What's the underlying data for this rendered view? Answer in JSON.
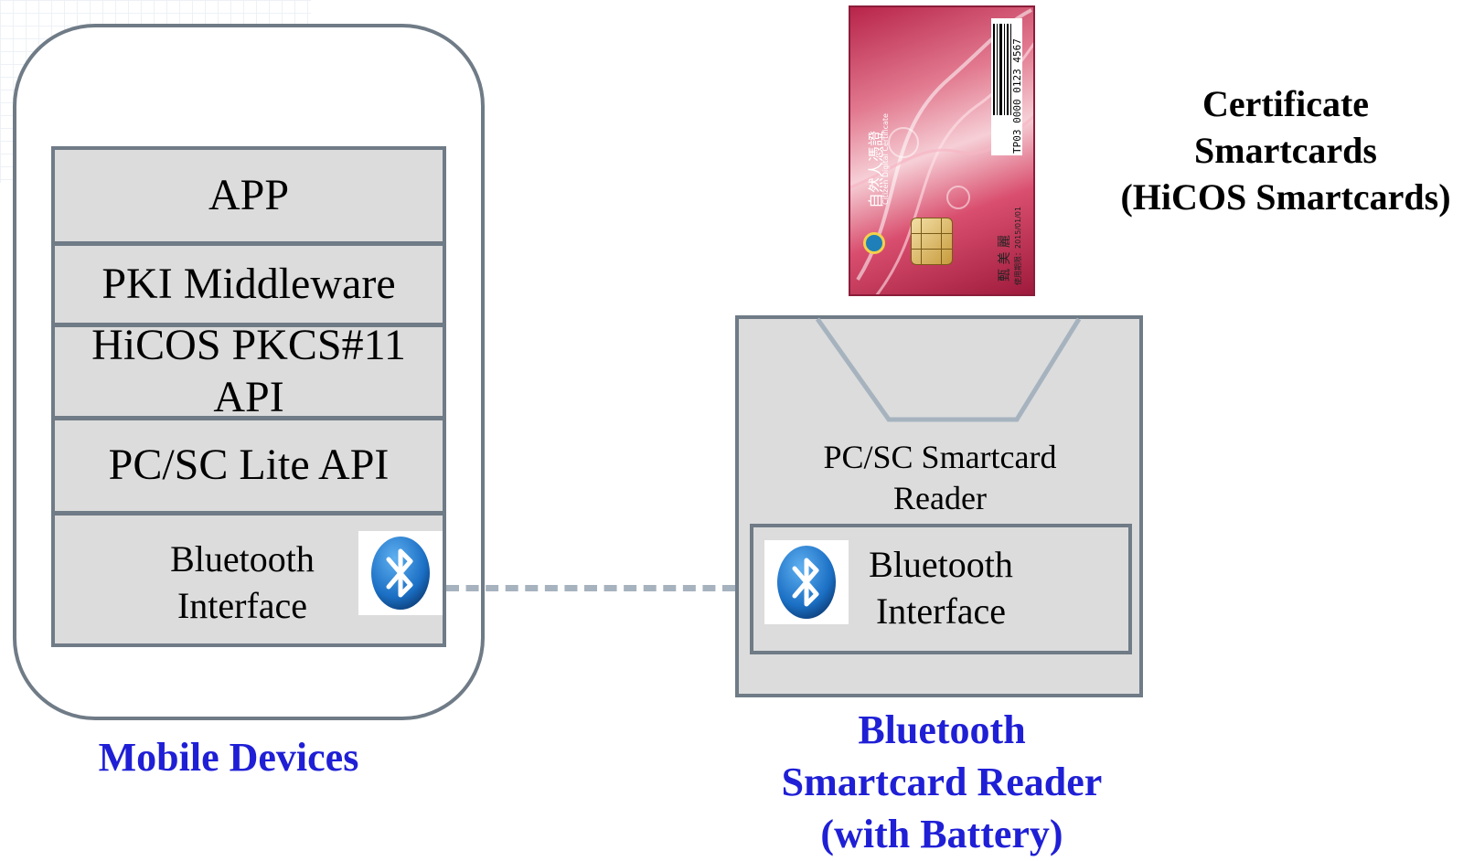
{
  "mobile": {
    "layers": {
      "app": "APP",
      "pki": "PKI Middleware",
      "hicos_line1": "HiCOS PKCS#11",
      "hicos_line2": "API",
      "pcsc": "PC/SC Lite API",
      "bt_line1": "Bluetooth",
      "bt_line2": "Interface"
    },
    "caption": "Mobile Devices"
  },
  "reader": {
    "label_line1": "PC/SC Smartcard",
    "label_line2": "Reader",
    "bt_line1": "Bluetooth",
    "bt_line2": "Interface",
    "caption_line1": "Bluetooth",
    "caption_line2": "Smartcard Reader",
    "caption_line3": "(with Battery)"
  },
  "card": {
    "title_cn": "自然人憑證",
    "title_en": "Citizen Digital Certificate",
    "holder": "甄 美 麗",
    "expiry": "使用期限：2015/01/01",
    "serial": "TP03 0000 0123 4567",
    "caption_line1": "Certificate",
    "caption_line2": "Smartcards",
    "caption_line3": "(HiCOS Smartcards)"
  },
  "colors": {
    "outline": "#6f7b86",
    "box_fill": "#dcdcdc",
    "dash": "#a6b3bf",
    "caption_blue": "#1f1fd6",
    "bluetooth": "#1b6fc4"
  },
  "icons": [
    "bluetooth-icon",
    "smartcard-chip-icon"
  ]
}
